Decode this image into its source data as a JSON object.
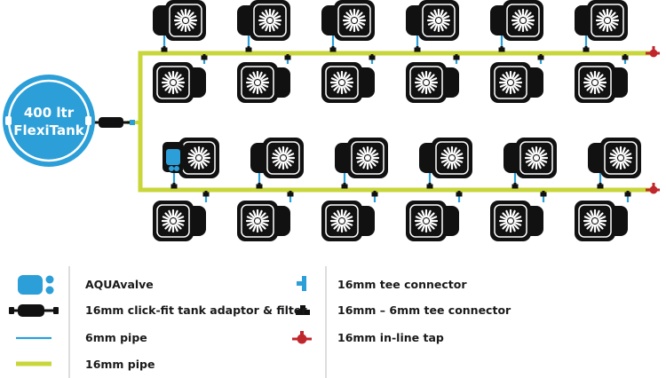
{
  "tank": {
    "line1": "400 ltr",
    "line2": "FlexiTank"
  },
  "legend": {
    "aquavalve": "AQUAvalve",
    "adaptor": "16mm click-fit tank adaptor & filter",
    "pipe6": "6mm pipe",
    "pipe16": "16mm pipe",
    "tee16": "16mm tee connector",
    "tee6": "16mm – 6mm tee connector",
    "tap": "16mm in-line tap"
  },
  "colors": {
    "tank_blue": "#2c9fd8",
    "pipe16": "#c8d63a",
    "pipe6": "#2c9fd8",
    "pot": "#111111",
    "tap_red": "#c0272d"
  },
  "layout": {
    "pots_per_row": 6,
    "rows": 4
  }
}
